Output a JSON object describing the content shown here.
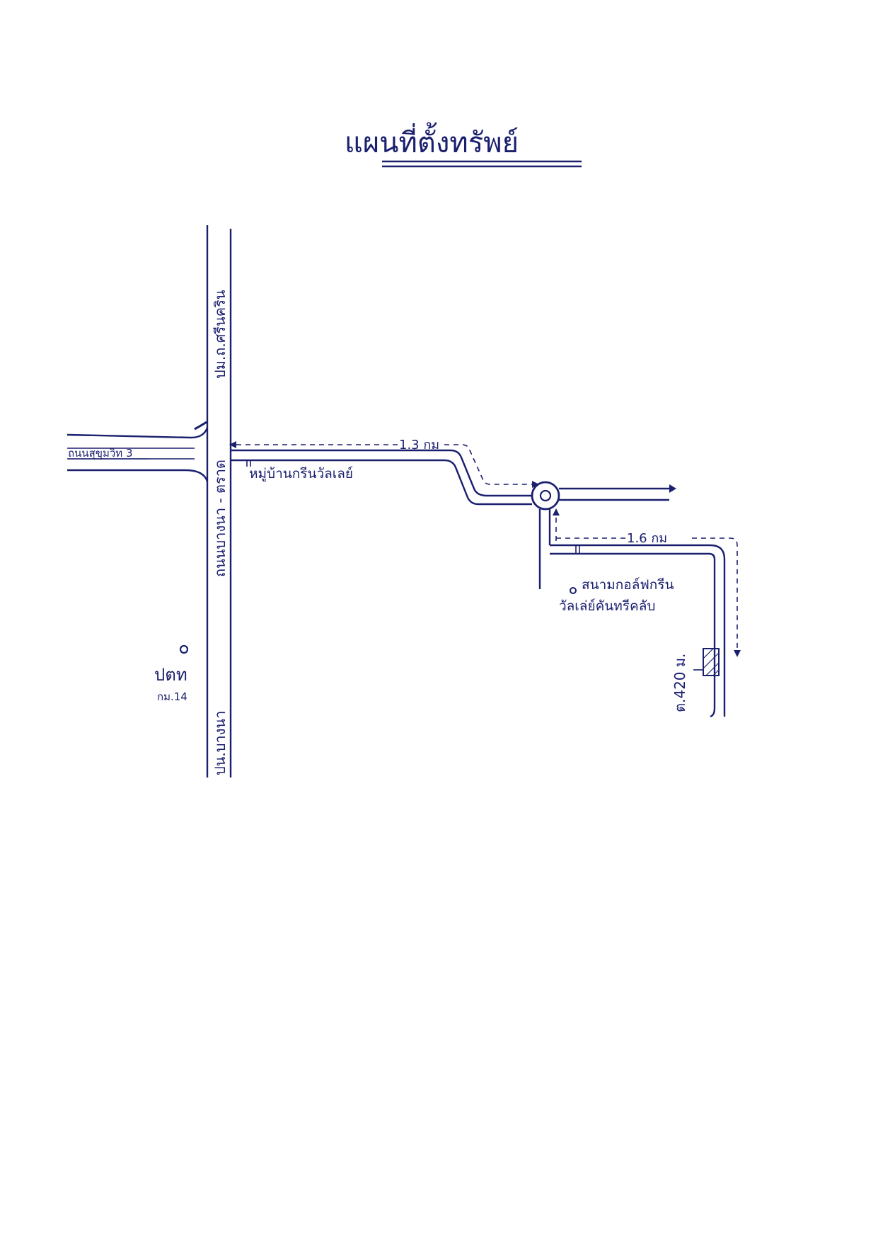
{
  "map": {
    "title": "แผนที่ตั้งทรัพย์",
    "roads": {
      "main_road_upper": "ปม.ถ.ศรีนคริน",
      "main_road_middle": "ถนนบางนา - ตราด",
      "main_road_lower": "ปน.บางนา",
      "cross_road": "ถนนสุขุมวิท 3"
    },
    "landmarks": {
      "village": "หมู่บ้านกรีนวัลเลย์",
      "golf_line1": "สนามกอล์ฟกรีน",
      "golf_line2": "วัลเล่ย์คันทรีคลับ",
      "ptt": "ปตท",
      "km": "กม.14",
      "property": "ต.420 ม."
    },
    "distances": {
      "first_leg": "1.3 กม",
      "second_leg": "1.6 กม"
    },
    "colors": {
      "ink": "#1a1f6e",
      "background": "#ffffff"
    }
  }
}
